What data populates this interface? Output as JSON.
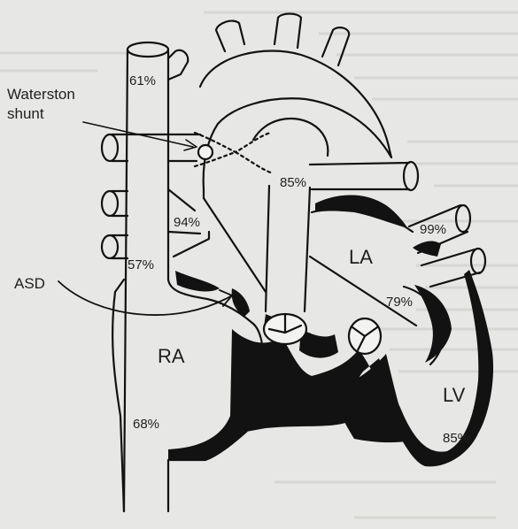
{
  "diagram": {
    "labels": {
      "waterston_line1": "Waterston",
      "waterston_line2": "shunt",
      "asd": "ASD",
      "ra": "RA",
      "la": "LA",
      "lv": "LV"
    },
    "saturations": {
      "svc": "61%",
      "aorta": "85%",
      "rpa_mid": "94%",
      "rpa_low": "57%",
      "pulm_vein": "99%",
      "la": "79%",
      "ra": "68%",
      "lv": "85%"
    },
    "colors": {
      "paper": "#e7e7e5",
      "ink": "#121212",
      "vessel_fill": "#f3f3f1"
    }
  }
}
